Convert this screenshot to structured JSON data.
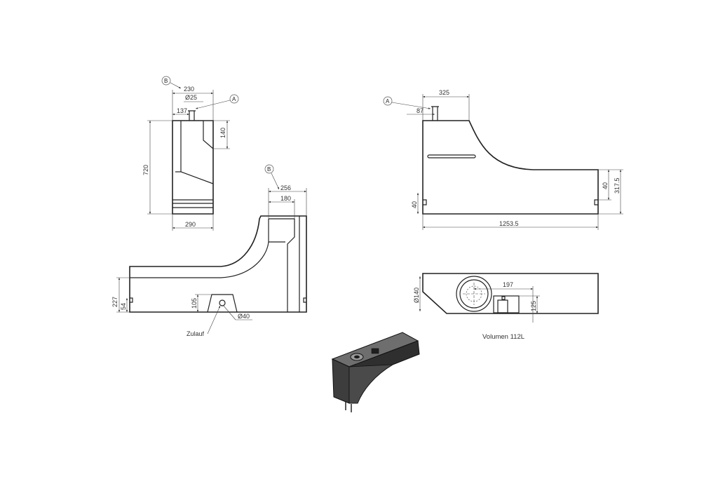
{
  "views": {
    "side": {
      "dims": {
        "width_top": "230",
        "dia_top": "Ø25",
        "offset": "137",
        "height_step": "140",
        "height_total": "720",
        "width_bottom": "290"
      },
      "markers": {
        "b": "B",
        "a": "A"
      }
    },
    "front": {
      "dims": {
        "outer": "256",
        "inner": "180",
        "height_total": "227",
        "height_foot": "54",
        "height_inlet": "105",
        "dia_inlet": "Ø40"
      },
      "label_inlet": "Zulauf",
      "marker_b": "B"
    },
    "top_right": {
      "dims": {
        "width_top": "325",
        "offset": "87",
        "right_h": "40",
        "right_total": "317.5",
        "left_h": "40",
        "length": "1253.5"
      },
      "marker_a": "A"
    },
    "bottom_right": {
      "dims": {
        "dia": "Ø140",
        "dist": "197",
        "height": "125"
      },
      "caption": "Volumen 112L"
    }
  }
}
